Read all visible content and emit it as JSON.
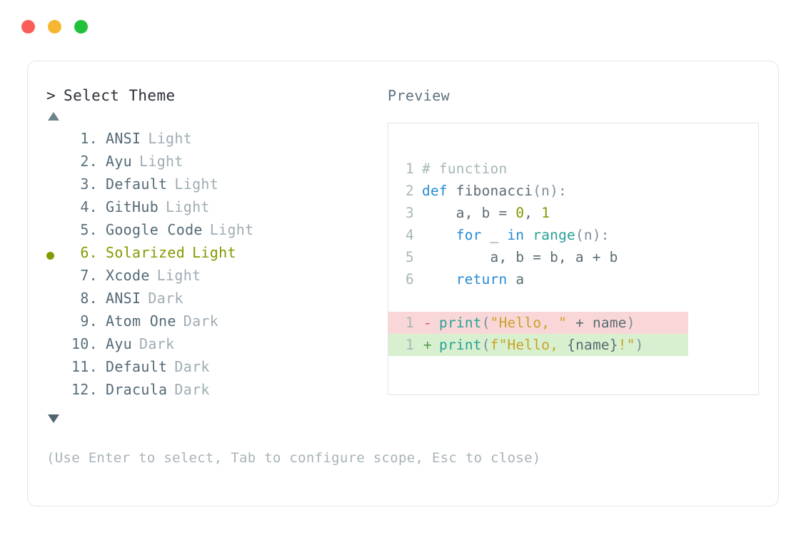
{
  "window": {
    "dots": [
      {
        "name": "close",
        "color": "#fa5c57"
      },
      {
        "name": "minimize",
        "color": "#f5b731"
      },
      {
        "name": "maximize",
        "color": "#21c03a"
      }
    ]
  },
  "left": {
    "prompt_caret": ">",
    "prompt_title": "Select Theme",
    "scroll_up_icon": "triangle-up-icon",
    "scroll_down_icon": "triangle-down-icon",
    "selected_index": 6,
    "themes": [
      {
        "index": "1.",
        "name": "ANSI",
        "variant": "Light"
      },
      {
        "index": "2.",
        "name": "Ayu",
        "variant": "Light"
      },
      {
        "index": "3.",
        "name": "Default",
        "variant": "Light"
      },
      {
        "index": "4.",
        "name": "GitHub",
        "variant": "Light"
      },
      {
        "index": "5.",
        "name": "Google Code",
        "variant": "Light"
      },
      {
        "index": "6.",
        "name": "Solarized",
        "variant": "Light"
      },
      {
        "index": "7.",
        "name": "Xcode",
        "variant": "Light"
      },
      {
        "index": "8.",
        "name": "ANSI",
        "variant": "Dark"
      },
      {
        "index": "9.",
        "name": "Atom One",
        "variant": "Dark"
      },
      {
        "index": "10.",
        "name": "Ayu",
        "variant": "Dark"
      },
      {
        "index": "11.",
        "name": "Default",
        "variant": "Dark"
      },
      {
        "index": "12.",
        "name": "Dracula",
        "variant": "Dark"
      }
    ],
    "footer_hint": "(Use Enter to select, Tab to configure scope, Esc to close)"
  },
  "right": {
    "preview_label": "Preview",
    "code_lines": [
      {
        "num": "1",
        "tokens": [
          {
            "t": "# function",
            "c": "comment"
          }
        ]
      },
      {
        "num": "2",
        "tokens": [
          {
            "t": "def ",
            "c": "kw"
          },
          {
            "t": "fibonacci",
            "c": "plain"
          },
          {
            "t": "(n):",
            "c": "punct"
          }
        ]
      },
      {
        "num": "3",
        "tokens": [
          {
            "t": "    a, b = ",
            "c": "plain"
          },
          {
            "t": "0",
            "c": "num"
          },
          {
            "t": ", ",
            "c": "plain"
          },
          {
            "t": "1",
            "c": "num"
          }
        ]
      },
      {
        "num": "4",
        "tokens": [
          {
            "t": "    ",
            "c": "plain"
          },
          {
            "t": "for",
            "c": "kw"
          },
          {
            "t": " _ ",
            "c": "plain"
          },
          {
            "t": "in",
            "c": "kw"
          },
          {
            "t": " ",
            "c": "plain"
          },
          {
            "t": "range",
            "c": "fn"
          },
          {
            "t": "(n):",
            "c": "punct"
          }
        ]
      },
      {
        "num": "5",
        "tokens": [
          {
            "t": "        a, b = b, a + b",
            "c": "plain"
          }
        ]
      },
      {
        "num": "6",
        "tokens": [
          {
            "t": "    ",
            "c": "plain"
          },
          {
            "t": "return",
            "c": "kw"
          },
          {
            "t": " a",
            "c": "plain"
          }
        ]
      }
    ],
    "diff_lines": [
      {
        "num": "1",
        "mark": "-",
        "kind": "del",
        "tokens": [
          {
            "t": "print",
            "c": "fn"
          },
          {
            "t": "(",
            "c": "punct"
          },
          {
            "t": "\"Hello, \"",
            "c": "str"
          },
          {
            "t": " + name",
            "c": "plain"
          },
          {
            "t": ")",
            "c": "punct"
          }
        ]
      },
      {
        "num": "1",
        "mark": "+",
        "kind": "add",
        "tokens": [
          {
            "t": "print",
            "c": "fn"
          },
          {
            "t": "(",
            "c": "punct"
          },
          {
            "t": "f\"Hello, ",
            "c": "str"
          },
          {
            "t": "{name}",
            "c": "plain"
          },
          {
            "t": "!\"",
            "c": "str"
          },
          {
            "t": ")",
            "c": "punct"
          }
        ]
      }
    ]
  },
  "colors": {
    "accent_selected": "#859900",
    "keyword": "#268bd2",
    "function": "#2aa198",
    "string": "#c9a227",
    "number": "#859900",
    "comment": "#a7b6b8",
    "diff_add_bg": "#d8f0cf",
    "diff_del_bg": "#f9d7d8"
  }
}
